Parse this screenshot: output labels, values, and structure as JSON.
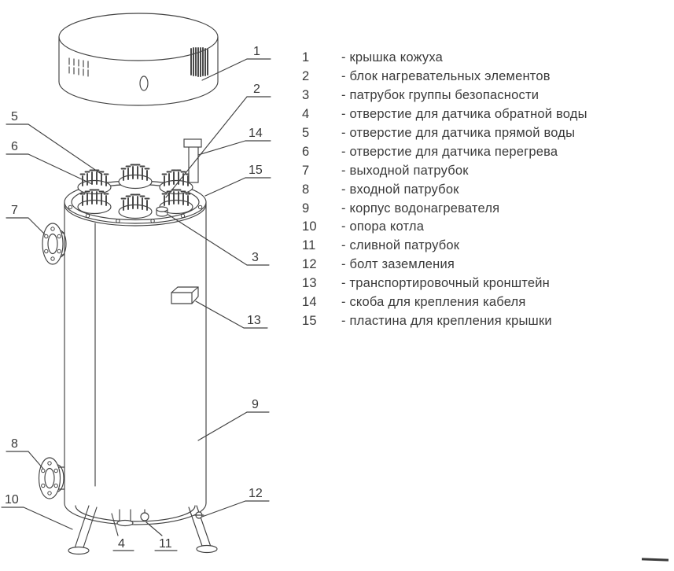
{
  "legend": {
    "items": [
      {
        "num": "1",
        "text": "- крышка кожуха"
      },
      {
        "num": "2",
        "text": "- блок нагревательных элементов"
      },
      {
        "num": "3",
        "text": "- патрубок группы безопасности"
      },
      {
        "num": "4",
        "text": "- отверстие для датчика обратной воды"
      },
      {
        "num": "5",
        "text": "- отверстие для датчика прямой воды"
      },
      {
        "num": "6",
        "text": "- отверстие для датчика перегрева"
      },
      {
        "num": "7",
        "text": "- выходной патрубок"
      },
      {
        "num": "8",
        "text": "- входной патрубок"
      },
      {
        "num": "9",
        "text": "- корпус водонагревателя"
      },
      {
        "num": "10",
        "text": "- опора котла"
      },
      {
        "num": "11",
        "text": "- сливной патрубок"
      },
      {
        "num": "12",
        "text": "- болт заземления"
      },
      {
        "num": "13",
        "text": "- транспортировочный кронштейн"
      },
      {
        "num": "14",
        "text": "- скоба для крепления кабеля"
      },
      {
        "num": "15",
        "text": "- пластина для крепления крышки"
      }
    ]
  },
  "callouts": {
    "c1": "1",
    "c2": "2",
    "c3": "3",
    "c4": "4",
    "c5": "5",
    "c6": "6",
    "c7": "7",
    "c8": "8",
    "c9": "9",
    "c10": "10",
    "c11": "11",
    "c12": "12",
    "c13": "13",
    "c14": "14",
    "c15": "15"
  },
  "colors": {
    "line": "#424242",
    "text": "#3a3a3a",
    "background": "#ffffff"
  }
}
